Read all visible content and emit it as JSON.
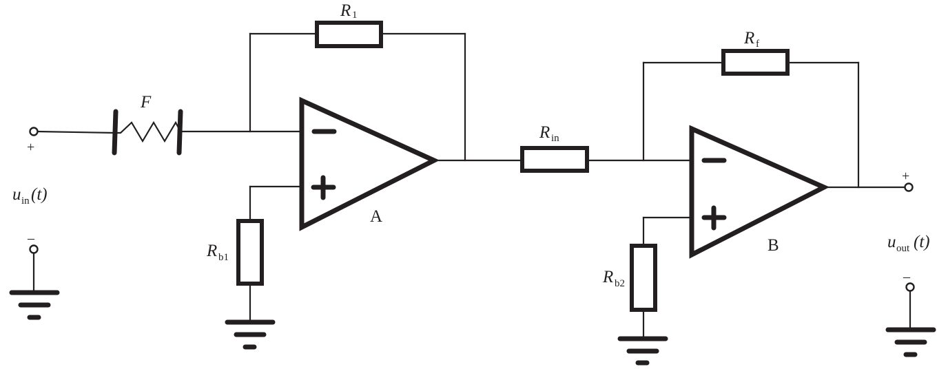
{
  "diagram": {
    "labels": {
      "r1_main": "R",
      "r1_sub": "1",
      "f": "F",
      "rin_main": "R",
      "rin_sub": "in",
      "rf_main": "R",
      "rf_sub": "f",
      "rb1_main": "R",
      "rb1_sub": "b1",
      "rb2_main": "R",
      "rb2_sub": "b2",
      "amp_a": "A",
      "amp_b": "B",
      "uin_u": "u",
      "uin_sub": "in",
      "uin_t": "(t)",
      "uout_u": "u",
      "uout_sub": "out",
      "uout_t": "(t)",
      "plus": "+",
      "minus": "–"
    },
    "colors": {
      "line": "#231f20",
      "background": "#ffffff"
    }
  }
}
